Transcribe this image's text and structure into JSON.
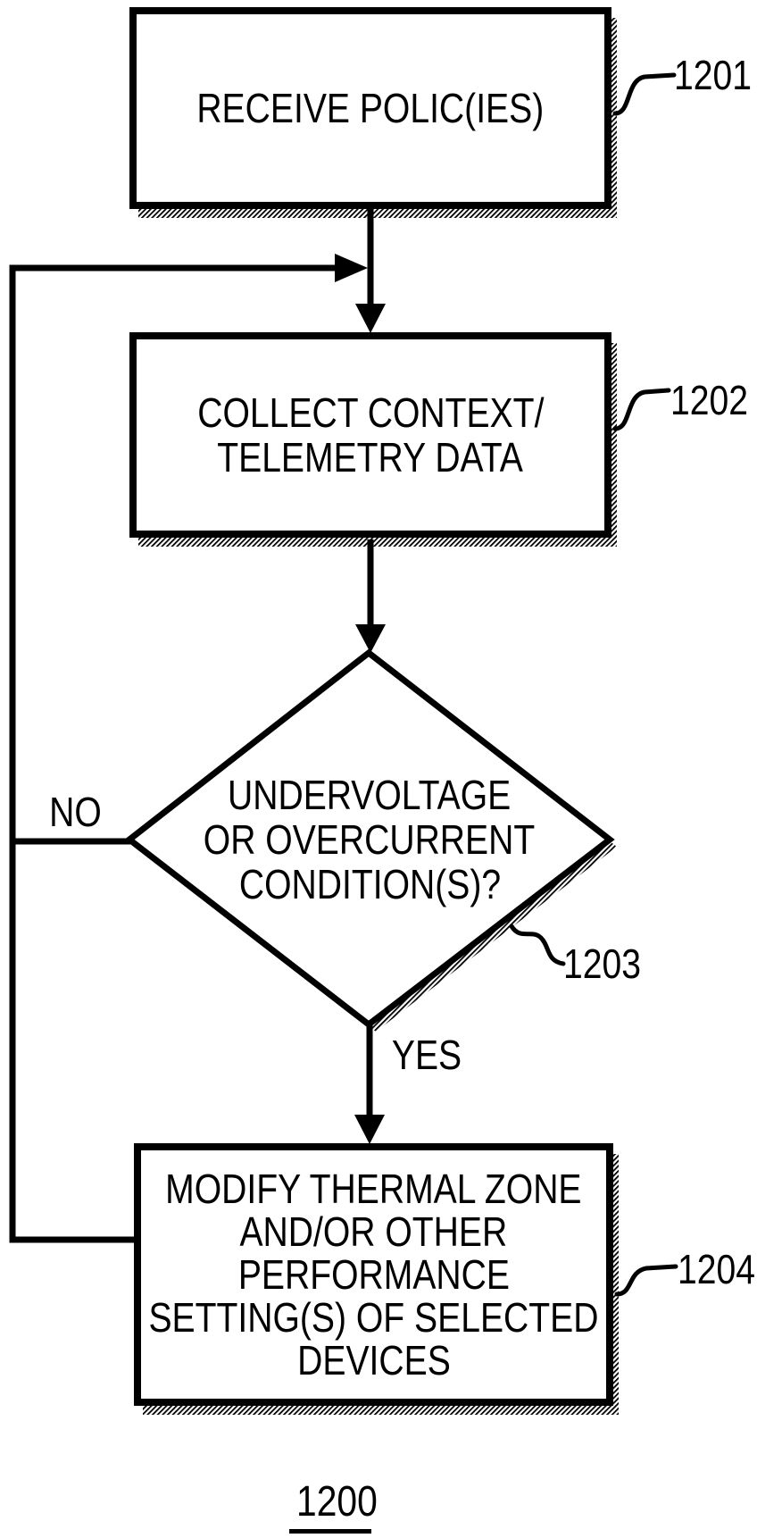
{
  "figure": {
    "figure_number": "1200",
    "type": "flowchart",
    "colors": {
      "line": "#000000",
      "background": "#ffffff",
      "text": "#000000"
    },
    "nodes": [
      {
        "ref": "1201",
        "shape": "process",
        "lines": [
          "RECEIVE POLIC(IES)"
        ]
      },
      {
        "ref": "1202",
        "shape": "process",
        "lines": [
          "COLLECT CONTEXT/",
          "TELEMETRY DATA"
        ]
      },
      {
        "ref": "1203",
        "shape": "decision",
        "lines": [
          "UNDERVOLTAGE",
          "OR OVERCURRENT",
          "CONDITION(S)?"
        ]
      },
      {
        "ref": "1204",
        "shape": "process",
        "lines": [
          "MODIFY THERMAL ZONE",
          "AND/OR OTHER",
          "PERFORMANCE",
          "SETTING(S) OF SELECTED",
          "DEVICES"
        ]
      }
    ],
    "edge_labels": {
      "no": "NO",
      "yes": "YES"
    }
  }
}
